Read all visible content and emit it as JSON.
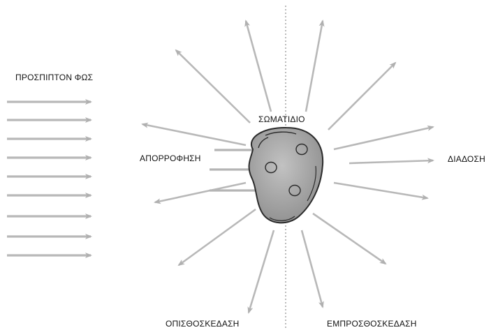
{
  "labels": {
    "incident_light": "ΠΡΟΣΠΙΠΤΟΝ ΦΩΣ",
    "particle": "ΣΩΜΑΤΙΔΙΟ",
    "absorption": "ΑΠΟΡΡΟΦΗΣΗ",
    "transmission": "ΔΙΑΔΟΣΗ",
    "backscattering": "ΟΠΙΣΘΟΣΚΕΔΑΣΗ",
    "forward_scattering": "ΕΜΠΡΟΣΘΟΣΚΕΔΑΣΗ"
  },
  "colors": {
    "arrow": "#b8b8b8",
    "arrow_edge": "#9a9a9a",
    "particle_fill": "#a7a7a7",
    "particle_outline": "#2b2b2b",
    "axis": "#8c8c8c",
    "text": "#111111"
  },
  "icons": {
    "incident_arrows": "right-arrow-icon",
    "scatter_arrows": "radial-arrow-icon",
    "particle": "particle-blob-icon"
  }
}
